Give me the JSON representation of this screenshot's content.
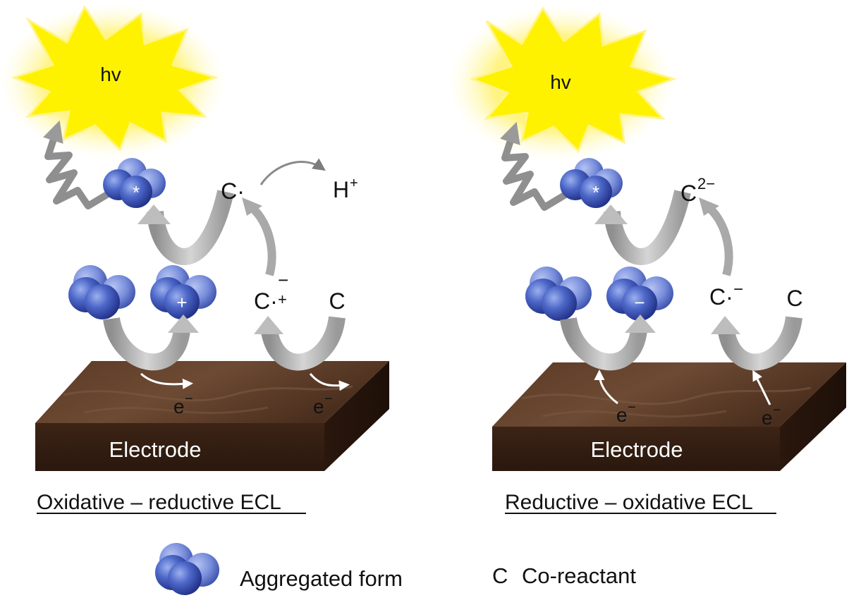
{
  "panels": [
    {
      "photon": "hv",
      "excited_mark": "*",
      "cation_sign": "+",
      "radical": "C·",
      "proton": "H",
      "proton_charge": "+",
      "radical_ion": "C·",
      "radical_ion_charge_top": "−",
      "radical_ion_charge_bottom": "+",
      "coreactant": "C",
      "electron_left": "e",
      "electron_right": "e",
      "electron_charge": "−",
      "electrode": "Electrode",
      "caption": "Oxidative – reductive ECL"
    },
    {
      "photon": "hv",
      "excited_mark": "*",
      "anion_sign": "−",
      "dianion": "C",
      "dianion_charge": "2−",
      "radical_anion": "C·",
      "radical_anion_charge": "−",
      "coreactant": "C",
      "electron_left": "e",
      "electron_right": "e",
      "electron_charge": "−",
      "electrode": "Electrode",
      "caption": "Reductive – oxidative ECL"
    }
  ],
  "legend": {
    "aggregate_label": "Aggregated form",
    "coreactant_symbol": "C",
    "coreactant_label": "Co-reactant"
  },
  "colors": {
    "burst": "#fff200",
    "molecule": "#3c56b4",
    "arrow": "#a9a9a9",
    "electrode": "#3b2417"
  }
}
